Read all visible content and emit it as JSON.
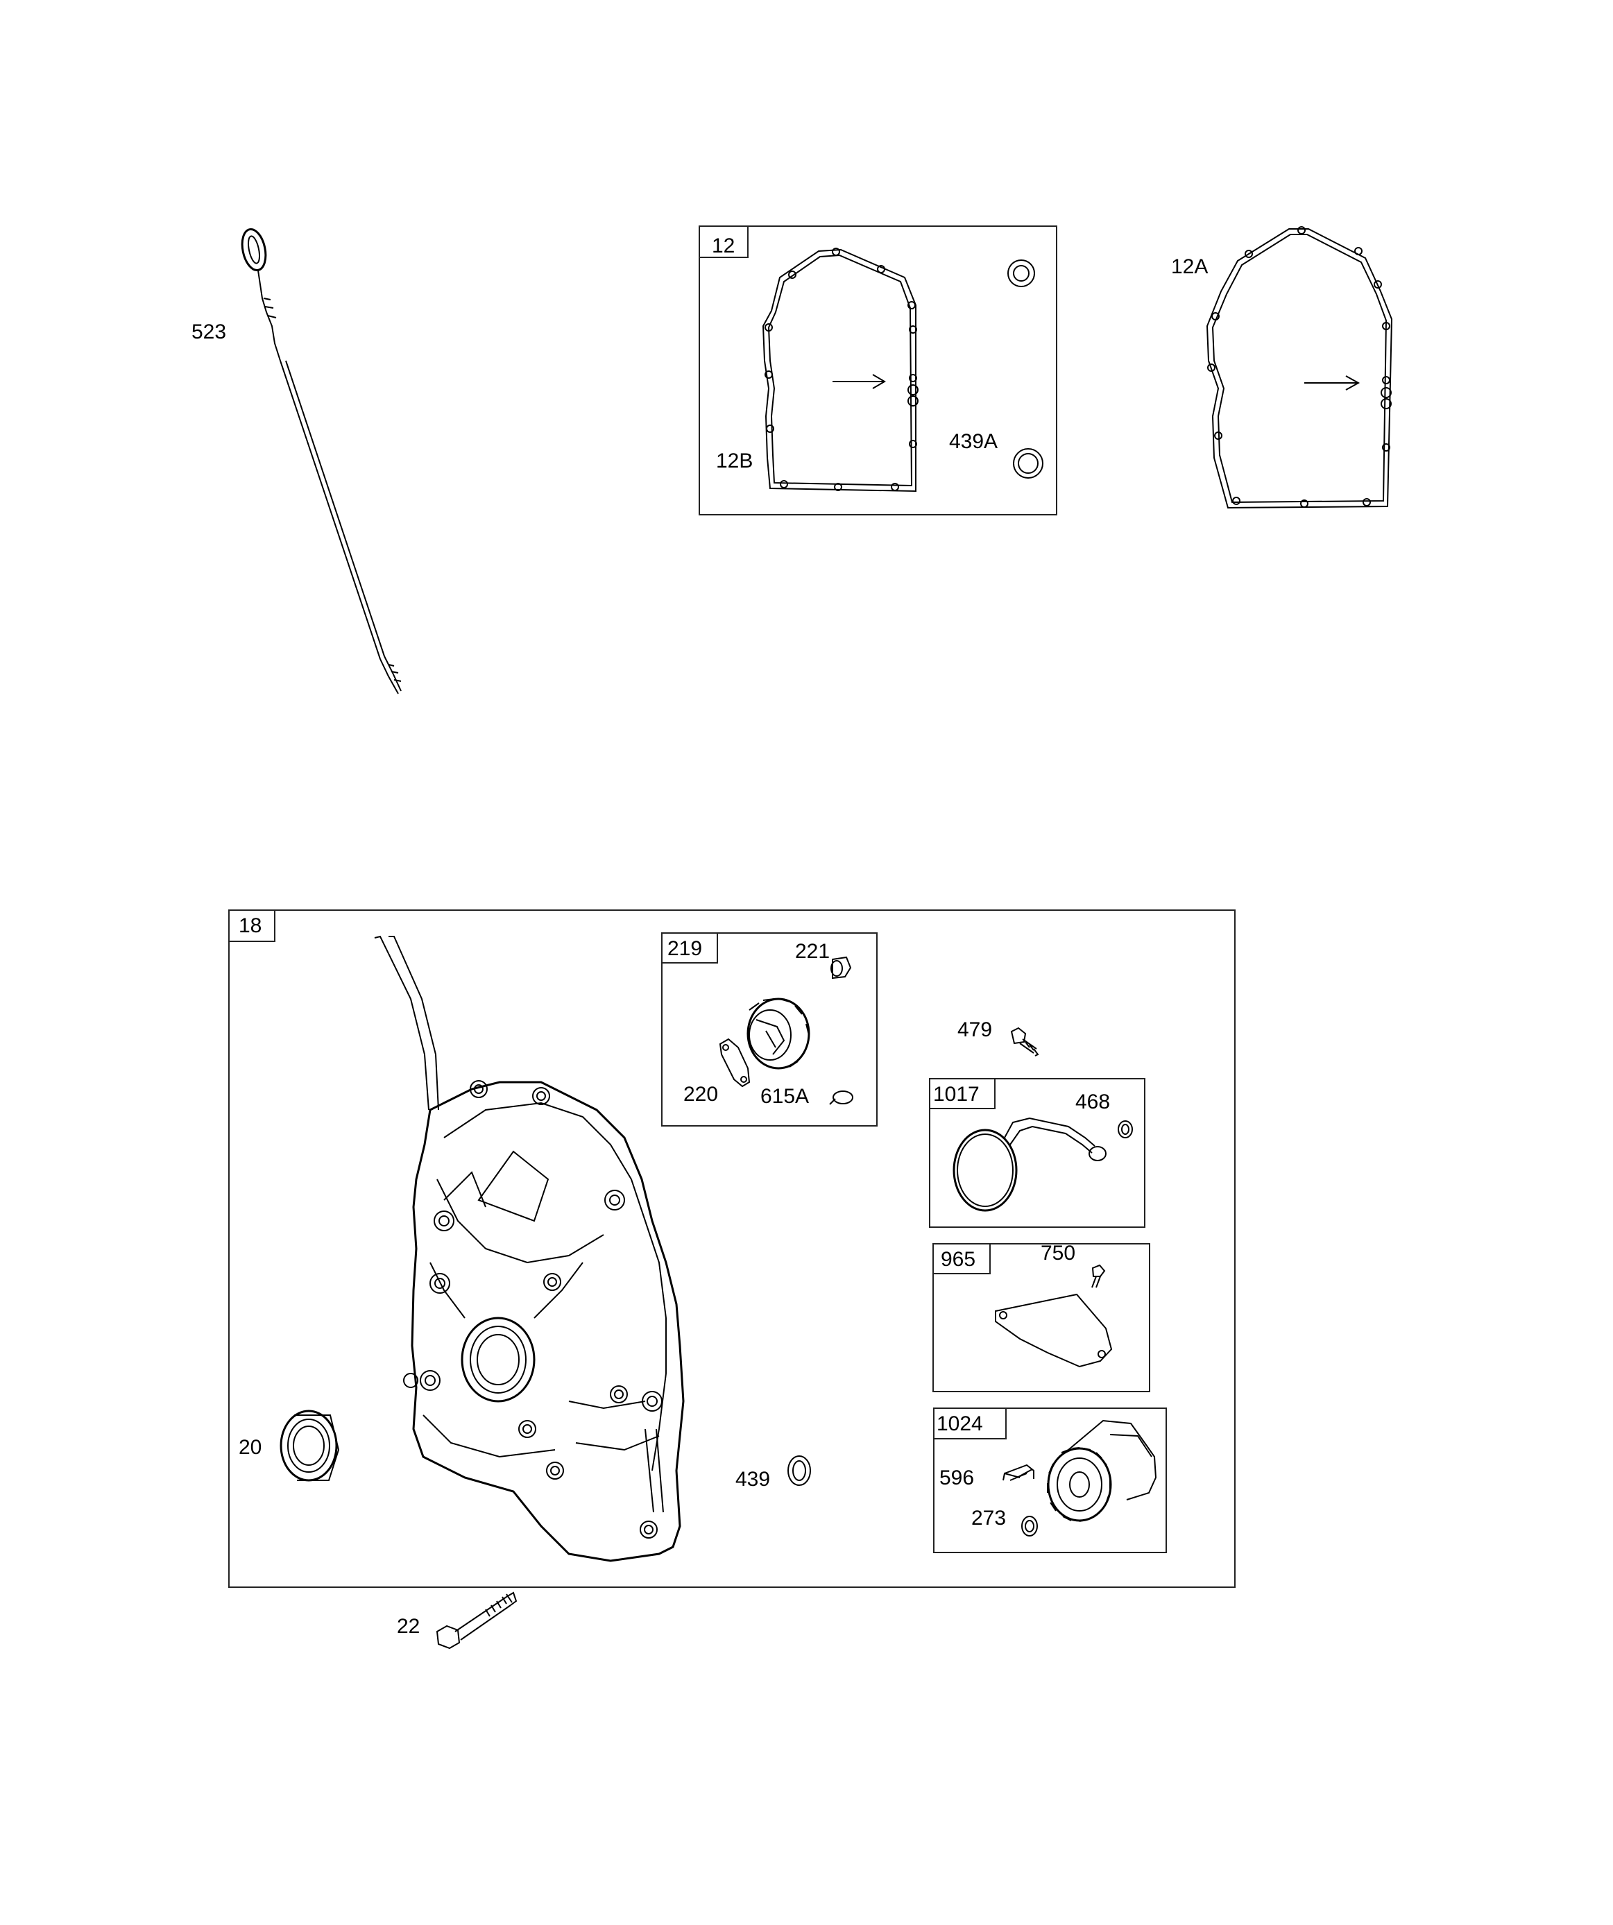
{
  "parts": {
    "p523": "523",
    "p12": "12",
    "p12A": "12A",
    "p12B": "12B",
    "p439A": "439A",
    "p18": "18",
    "p219": "219",
    "p221": "221",
    "p220": "220",
    "p615A": "615A",
    "p479": "479",
    "p1017": "1017",
    "p468": "468",
    "p965": "965",
    "p750": "750",
    "p1024": "1024",
    "p596": "596",
    "p273": "273",
    "p20": "20",
    "p439": "439",
    "p22": "22"
  }
}
